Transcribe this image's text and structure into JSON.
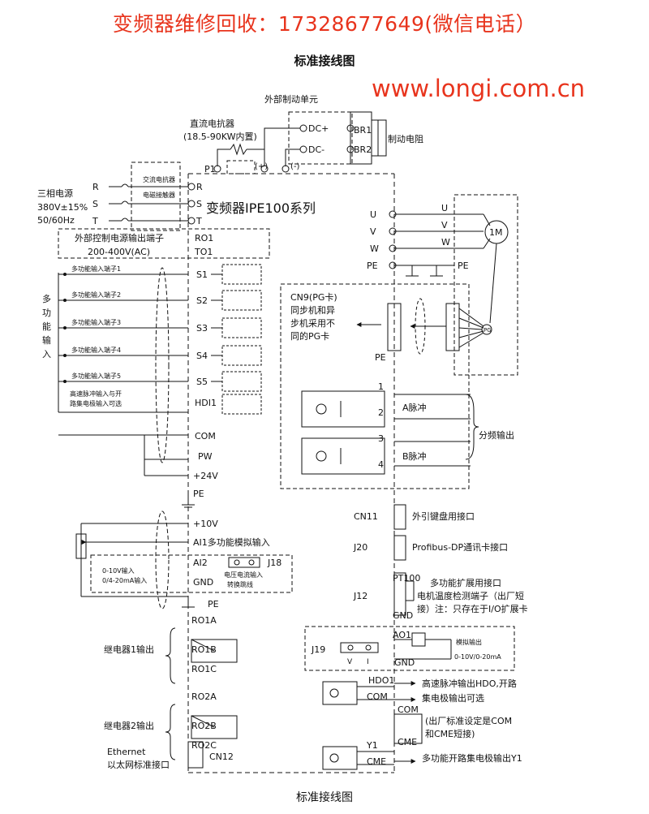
{
  "banner": "变频器维修回收：17328677649(微信电话）",
  "title_top": "标准接线图",
  "watermark_url": "www.longi.com.cn",
  "title_bottom": "标准接线图",
  "colors": {
    "banner": "#e8341d",
    "line": "#111111"
  },
  "brake": {
    "unit": "外部制动单元",
    "dc_plus": "DC+",
    "dc_minus": "DC-",
    "br1": "BR1",
    "br2": "BR2",
    "resistor": "制动电阻",
    "reactor": "直流电抗器",
    "reactor_note": "(18.5-90KW内置)",
    "p1": "P1",
    "plus": "(+)",
    "minus": "(-)"
  },
  "power": {
    "supply": "三相电源",
    "voltage": "380V±15%",
    "freq": "50/60Hz",
    "r": "R",
    "s": "S",
    "t": "T",
    "ac_reactor": "交流电抗器",
    "contactor": "电磁接触器"
  },
  "drive_name": "变频器IPE100系列",
  "ctrl_power": {
    "label": "外部控制电源输出端子",
    "range": "200-400V(AC)",
    "ro1": "RO1",
    "to1": "TO1"
  },
  "inputs": {
    "group": "多功能输入",
    "items": [
      {
        "desc": "多功能输入端子1",
        "term": "S1"
      },
      {
        "desc": "多功能输入端子2",
        "term": "S2"
      },
      {
        "desc": "多功能输入端子3",
        "term": "S3"
      },
      {
        "desc": "多功能输入端子4",
        "term": "S4"
      },
      {
        "desc": "多功能输入端子5",
        "term": "S5"
      }
    ],
    "hdi_desc_1": "高速脉冲输入与开",
    "hdi_desc_2": "路集电极输入可选",
    "hdi": "HDI1",
    "com": "COM",
    "pw": "PW",
    "p24": "+24V",
    "pe": "PE"
  },
  "analog": {
    "p10": "+10V",
    "ai1": "AI1多功能模拟输入",
    "ai2": "AI2",
    "gnd": "GND",
    "pe": "PE",
    "j18": "J18",
    "range1": "0-10V输入",
    "range2": "0/4-20mA输入",
    "switch1": "电压电流输入",
    "switch2": "转换跳线"
  },
  "relays": [
    {
      "label": "继电器1输出",
      "a": "RO1A",
      "b": "RO1B",
      "c": "RO1C"
    },
    {
      "label": "继电器2输出",
      "a": "RO2A",
      "b": "RO2B",
      "c": "RO2C"
    }
  ],
  "ethernet": {
    "label": "Ethernet",
    "desc": "以太网标准接口",
    "port": "CN12"
  },
  "motor": {
    "u": "U",
    "v": "V",
    "w": "W",
    "pe": "PE",
    "label": "1M"
  },
  "pg_card": {
    "title": "CN9(PG卡)",
    "line2": "同步机和异",
    "line3": "步机采用不",
    "line4": "同的PG卡",
    "pe": "PE",
    "pins": [
      "1",
      "2",
      "3",
      "4"
    ],
    "a_pulse": "A脉冲",
    "b_pulse": "B脉冲",
    "divider": "分频输出",
    "encoder": "PG"
  },
  "right_ports": [
    {
      "port": "CN11",
      "desc": "外引键盘用接口"
    },
    {
      "port": "J20",
      "desc": "Profibus-DP通讯卡接口"
    }
  ],
  "j12": {
    "port": "J12",
    "pt100": "PT100",
    "gnd": "GND",
    "desc1": "多功能扩展用接口",
    "desc2": "电机温度检测端子（出厂短",
    "desc3": "接）注：只存在于I/O扩展卡"
  },
  "ao": {
    "ao1": "AO1",
    "gnd": "GND",
    "j19": "J19",
    "v": "V",
    "i": "I",
    "label": "模拟输出",
    "range": "0-10V/0-20mA"
  },
  "outputs": {
    "hdo1": "HDO1",
    "com1": "COM",
    "hdo_desc1": "高速脉冲输出HDO,开路",
    "hdo_desc2": "集电极输出可选",
    "com2": "COM",
    "note1": "(出厂标准设定是COM",
    "note2": "和CME短接)",
    "cme1": "CME",
    "y1": "Y1",
    "cme2": "CME",
    "y1_desc": "多功能开路集电极输出Y1"
  }
}
